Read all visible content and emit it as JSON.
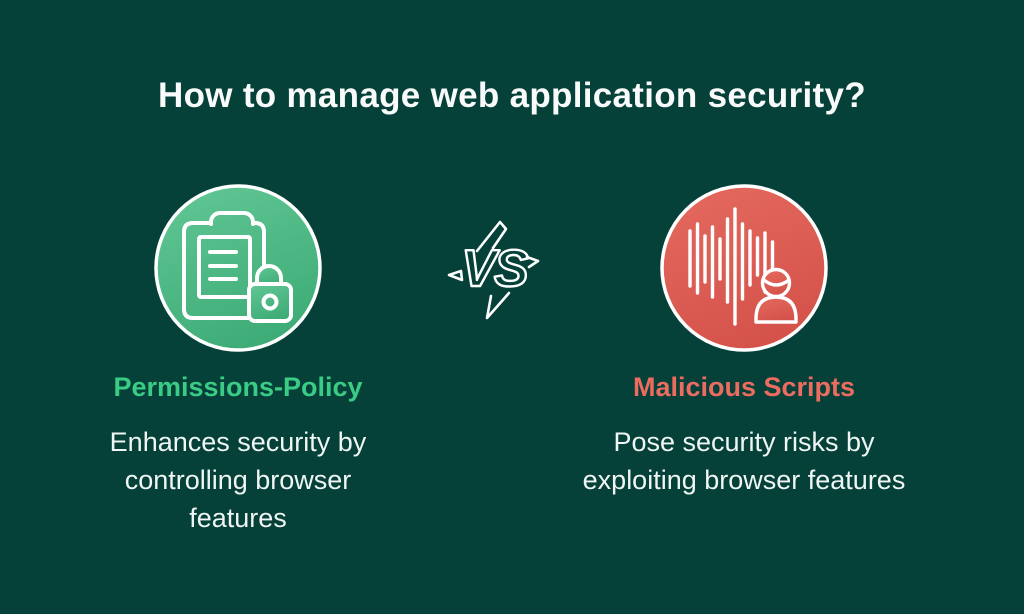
{
  "page": {
    "title": "How to manage web application security?"
  },
  "theme": {
    "background": "#054039",
    "title_color": "#F8FBFA",
    "body_text_color": "#EFF6F3",
    "icon_stroke": "#FFFFFF",
    "green_accent": "#3ACB84",
    "red_accent": "#EC6C60",
    "green_circle_top": "#60C694",
    "green_circle_bottom": "#3EAC77",
    "red_circle_top": "#E4695E",
    "red_circle_bottom": "#D4524A"
  },
  "comparison": {
    "versus_label": "VS",
    "left": {
      "icon": "clipboard-lock-icon",
      "heading": "Permissions-Policy",
      "description": "Enhances security by\ncontrolling browser\nfeatures"
    },
    "right": {
      "icon": "voice-waveform-person-icon",
      "heading": "Malicious Scripts",
      "description": "Pose security risks by\nexploiting browser features"
    }
  }
}
